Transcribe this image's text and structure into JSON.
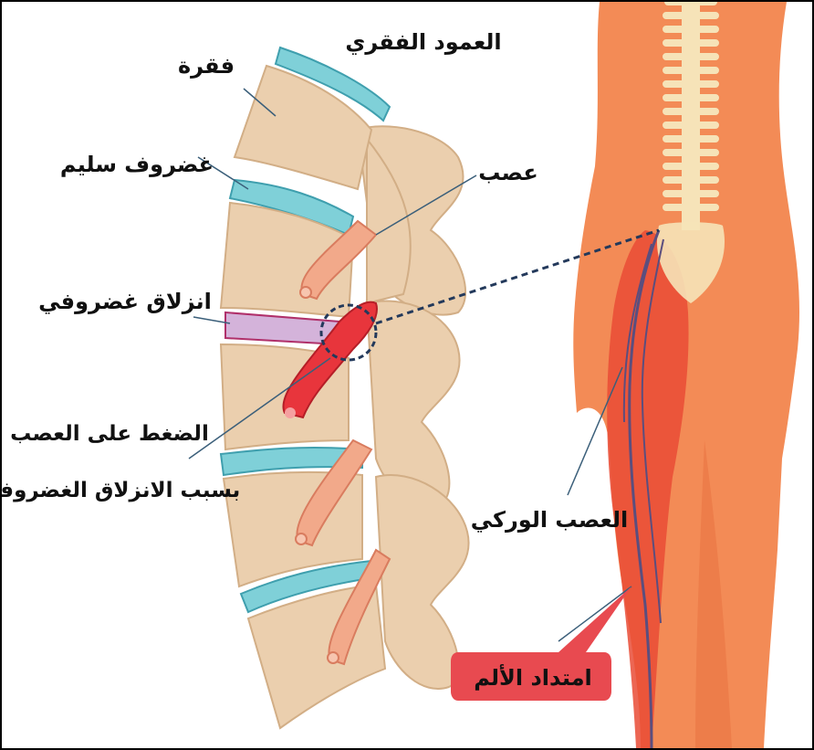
{
  "labels": {
    "spine": "العمود الفقري",
    "vertebra": "فقرة",
    "healthy_disc": "غضروف سليم",
    "nerve": "عصب",
    "herniated_disc": "انزلاق غضروفي",
    "compression_line1": "الضغط على العصب",
    "compression_line2": "بسبب الانزلاق الغضروفي",
    "sciatic_nerve": "العصب الوركي",
    "pain_spread": "امتداد الألم"
  },
  "colors": {
    "bone": "#EBCFAE",
    "bone_stroke": "#D2AE86",
    "disc": "#7FD0D8",
    "disc_stroke": "#3F9FAE",
    "nerve": "#F2A98A",
    "inflamed_nerve": "#E8353C",
    "herniated_disc": "#D4B3DA",
    "skin": "#F38B56",
    "inflamed_area": "#E94B35",
    "pain_badge": "#E84A50",
    "line": "#3B5F7A"
  }
}
